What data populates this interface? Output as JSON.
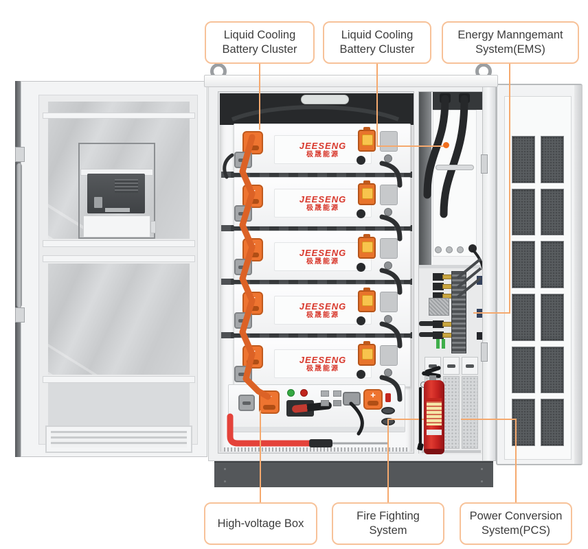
{
  "diagram_title": "Liquid cooling energy storage cabinet component diagram",
  "colors": {
    "callout_border": "#F7C299",
    "callout_line": "#F5A96E",
    "callout_dot": "#F06E1D",
    "label_text": "#3C3C3C",
    "brand_red": "#D8382C",
    "connector_orange": "#EE7430",
    "breaker_orange": "#E8742B",
    "breaker_window_yellow": "#F8C44D",
    "extinguisher_red": "#C8201E",
    "indicator_green": "#35A842",
    "indicator_red": "#C1251D",
    "base_plinth_gray": "#54575A",
    "grille_gray": "#595D60"
  },
  "callouts": {
    "top": [
      {
        "id": "battery-cluster-1",
        "line1": "Liquid Cooling",
        "line2": "Battery Cluster"
      },
      {
        "id": "battery-cluster-2",
        "line1": "Liquid Cooling",
        "line2": "Battery Cluster"
      },
      {
        "id": "ems",
        "line1": "Energy Manngemant",
        "line2": "System(EMS)"
      }
    ],
    "bottom": [
      {
        "id": "high-voltage-box",
        "line1": "High-voltage Box",
        "line2": ""
      },
      {
        "id": "fire-fighting",
        "line1": "Fire Fighting",
        "line2": "System"
      },
      {
        "id": "pcs",
        "line1": "Power Conversion",
        "line2": "System(PCS)"
      }
    ]
  },
  "battery": {
    "brand_en": "JEESENG",
    "brand_cn": "极晟能源",
    "module_count": 5,
    "plus_symbol": "+"
  }
}
